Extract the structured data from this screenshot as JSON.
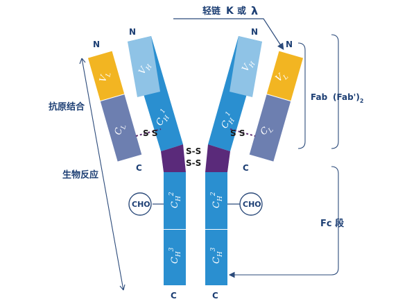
{
  "top_label_text": "轻链",
  "top_label_kappa": "K",
  "top_label_or": "或",
  "top_label_lambda": "λ",
  "terminals": {
    "n": "N",
    "c": "C"
  },
  "segments": {
    "vl": "V",
    "vl_sub": "L",
    "cl": "C",
    "cl_sub": "L",
    "vh": "V",
    "vh_sub": "H",
    "ch": "C",
    "ch_sub": "H",
    "ch1_sup": "1",
    "ch2_sup": "2",
    "ch3_sup": "3"
  },
  "disulfide": "S-S",
  "disulfide_short": "S S",
  "carbohydrate": "CHO",
  "left_labels": {
    "antigen_binding": "抗原结合",
    "biological_reaction": "生物反应"
  },
  "right_labels": {
    "fab": "Fab",
    "fab2": "(Fab')",
    "fab2_sub": "2",
    "fc": "Fc 段"
  },
  "colors": {
    "vl": "#f2b522",
    "cl": "#6d7fb0",
    "vh": "#8fc3e6",
    "ch": "#2a8fd0",
    "hinge": "#5a2a7a",
    "label": "#1d3f74",
    "dashed_link": "#5b2a6e"
  }
}
